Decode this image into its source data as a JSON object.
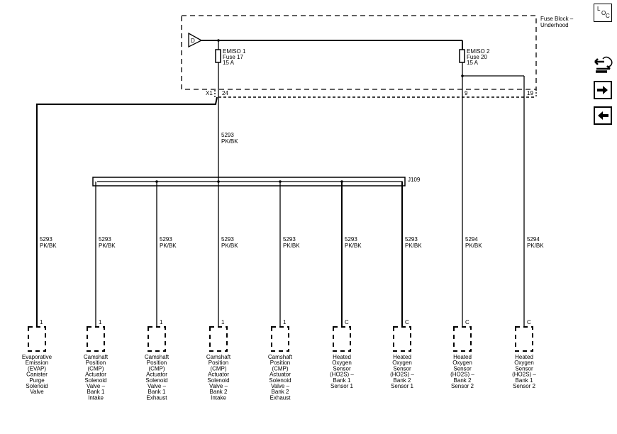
{
  "fuse_block": {
    "title_line1": "Fuse Block –",
    "title_line2": "Underhood",
    "source_label": "D",
    "fuses": [
      {
        "name": "EMISO 1",
        "fuse": "Fuse 17",
        "rating": "15 A"
      },
      {
        "name": "EMISO 2",
        "fuse": "Fuse 20",
        "rating": "15 A"
      }
    ],
    "connector": "X1",
    "pins": [
      "24",
      "9",
      "19"
    ]
  },
  "splice": {
    "name": "J109"
  },
  "main_wire": {
    "circuit": "5293",
    "color": "PK/BK"
  },
  "branches": [
    {
      "circuit": "5293",
      "color": "PK/BK",
      "pin": "1",
      "component": [
        "Evaporative",
        "Emission",
        "(EVAP)",
        "Canister",
        "Purge",
        "Solenoid",
        "Valve"
      ]
    },
    {
      "circuit": "5293",
      "color": "PK/BK",
      "pin": "1",
      "component": [
        "Camshaft",
        "Position",
        "(CMP)",
        "Actuator",
        "Solenoid",
        "Valve –",
        "Bank 1",
        "Intake"
      ]
    },
    {
      "circuit": "5293",
      "color": "PK/BK",
      "pin": "1",
      "component": [
        "Camshaft",
        "Position",
        "(CMP)",
        "Actuator",
        "Solenoid",
        "Valve –",
        "Bank 1",
        "Exhaust"
      ]
    },
    {
      "circuit": "5293",
      "color": "PK/BK",
      "pin": "1",
      "component": [
        "Camshaft",
        "Position",
        "(CMP)",
        "Actuator",
        "Solenoid",
        "Valve –",
        "Bank 2",
        "Intake"
      ]
    },
    {
      "circuit": "5293",
      "color": "PK/BK",
      "pin": "1",
      "component": [
        "Camshaft",
        "Position",
        "(CMP)",
        "Actuator",
        "Solenoid",
        "Valve –",
        "Bank 2",
        "Exhaust"
      ]
    },
    {
      "circuit": "5293",
      "color": "PK/BK",
      "pin": "C",
      "component": [
        "Heated",
        "Oxygen",
        "Sensor",
        "(HO2S)  –",
        "Bank 1",
        "Sensor 1"
      ]
    },
    {
      "circuit": "5293",
      "color": "PK/BK",
      "pin": "C",
      "component": [
        "Heated",
        "Oxygen",
        "Sensor",
        "(HO2S)  –",
        "Bank 2",
        "Sensor 1"
      ]
    },
    {
      "circuit": "5294",
      "color": "PK/BK",
      "pin": "C",
      "component": [
        "Heated",
        "Oxygen",
        "Sensor",
        "(HO2S)  –",
        "Bank 2",
        "Sensor 2"
      ]
    },
    {
      "circuit": "5294",
      "color": "PK/BK",
      "pin": "C",
      "component": [
        "Heated",
        "Oxygen",
        "Sensor",
        "(HO2S)  –",
        "Bank 1",
        "Sensor 2"
      ]
    }
  ],
  "nav": {
    "loc_letters": [
      "L",
      "O",
      "C"
    ],
    "buttons": [
      {
        "name": "connector-swap-button",
        "icon": "connector-swap-icon"
      },
      {
        "name": "next-page-button",
        "icon": "arrow-right-icon"
      },
      {
        "name": "previous-page-button",
        "icon": "arrow-left-icon"
      }
    ]
  }
}
